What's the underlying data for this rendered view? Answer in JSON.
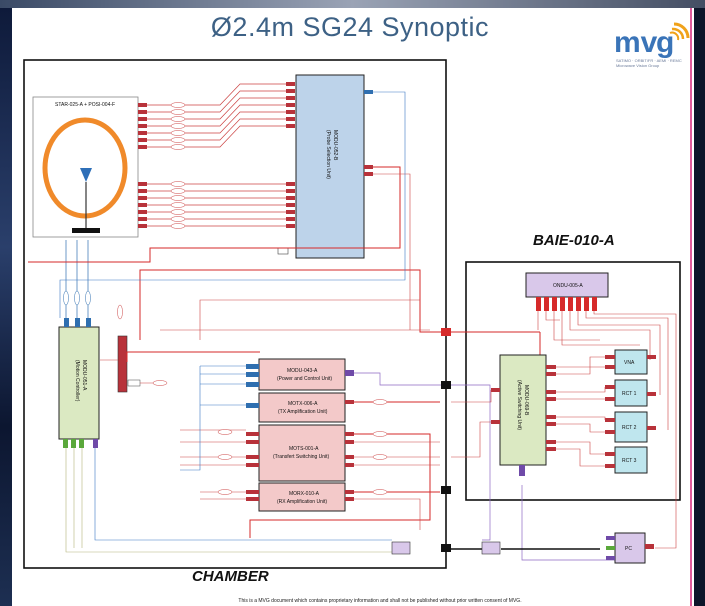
{
  "title": "Ø2.4m SG24 Synoptic",
  "logo": {
    "brand": "mvg",
    "tagline": "Microwave Vision Group",
    "tagline2": "SATIMO · ORBIT/FR · AEMI · REMC"
  },
  "chamber_label": "CHAMBER",
  "baie_label": "BAIE-010-A",
  "footer": "This is a MVG document which contains proprietary information and shall not be published without prior written consent of MVG.",
  "blocks": {
    "star": "STAR-025-A + POSI-004-F",
    "modu052": "MODU-052-B",
    "modu052_sub": "(Probe Selection Unit)",
    "modu051": "MODU-051-A",
    "modu051_sub": "(Motion Controller)",
    "modu043": "MODU-043-A",
    "modu043_sub": "(Power and Control Unit)",
    "motx006": "MOTX-006-A",
    "motx006_sub": "(TX Amplification Unit)",
    "mots001": "MOTS-001-A",
    "mots001_sub": "(Transfert Switching Unit)",
    "morx010": "MORX-010-A",
    "morx010_sub": "(RX Amplification Unit)",
    "ondu005": "ONDU-005-A",
    "modu069": "MODU-069-B",
    "modu069_sub": "(Active Switching Unit)",
    "vna": "VNA",
    "rct1": "RCT 1",
    "rct2": "RCT 2",
    "rct3": "RCT 3",
    "pc": "PC"
  },
  "colors": {
    "accent": "#3d6185",
    "rf": "#d62a2a",
    "connector": "#b8323a",
    "usb": "#6f4aa8",
    "power": "#2f6fb0",
    "green_box": "#dbe9c2",
    "blue_box": "#bdd3ea",
    "pink_box": "#f3c9c9",
    "cyan_box": "#bfe6ee",
    "purple_box": "#d9c8ea"
  }
}
